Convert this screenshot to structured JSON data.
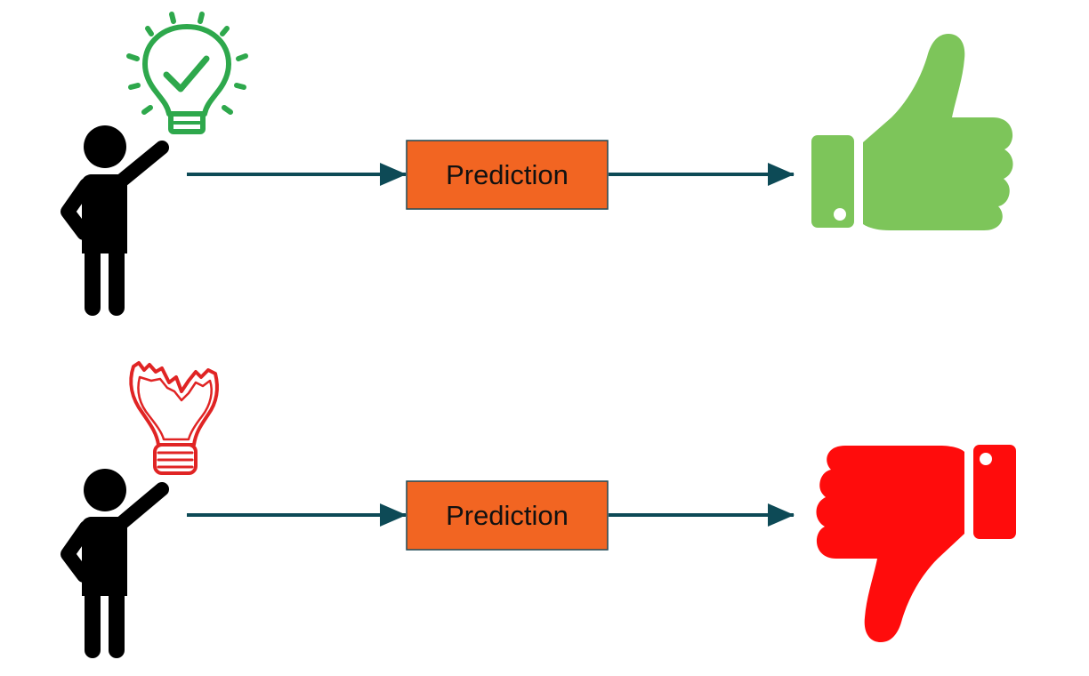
{
  "rows": [
    {
      "outcome": "good",
      "bulb": "lightbulb-check-icon",
      "result": "thumbs-up-icon",
      "box_label": "Prediction",
      "bulb_color": "#2ea84c",
      "result_color": "#7dc55a"
    },
    {
      "outcome": "bad",
      "bulb": "broken-lightbulb-icon",
      "result": "thumbs-down-icon",
      "box_label": "Prediction",
      "bulb_color": "#e02424",
      "result_color": "#ff0c0c"
    }
  ],
  "colors": {
    "box_fill": "#f26522",
    "box_stroke": "#1f4a57",
    "arrow": "#0d4a56",
    "person": "#000000"
  }
}
